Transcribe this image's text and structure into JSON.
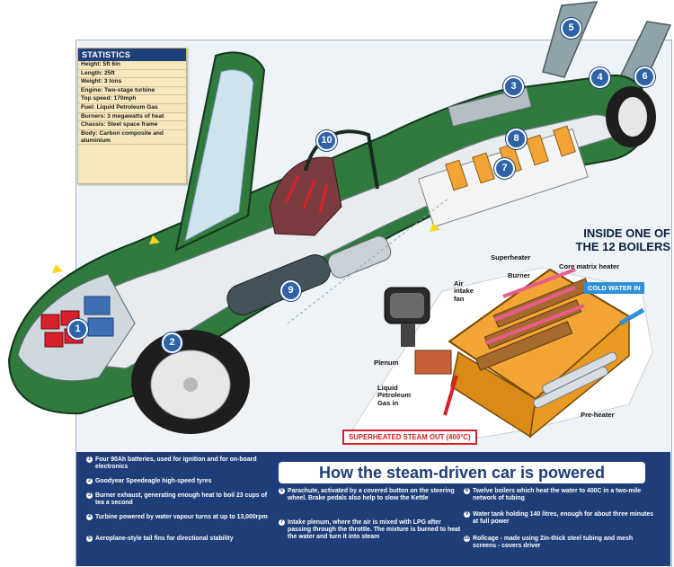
{
  "stats": {
    "title": "STATISTICS",
    "rows": [
      "Height: 5ft 6in",
      "Length: 25ft",
      "Weight: 3 tons",
      "Engine: Two-stage turbine",
      "Top speed: 170mph",
      "Fuel: Liquid Petroleum Gas",
      "Burners: 3 megawatts of heat",
      "Chassis: Steel space frame",
      "Body: Carbon composite and aluminium"
    ]
  },
  "callouts": [
    "1",
    "2",
    "3",
    "4",
    "5",
    "6",
    "7",
    "8",
    "9",
    "10"
  ],
  "boiler": {
    "title_line1": "INSIDE ONE OF",
    "title_line2": "THE 12 BOILERS",
    "superheater": "Superheater",
    "burner": "Burner",
    "core_matrix_heater": "Core matrix heater",
    "cold_water_in": "COLD WATER IN",
    "air_intake_fan": "Air intake fan",
    "plenum": "Plenum",
    "lpg_in": "Liquid Petroleum Gas in",
    "pre_heater": "Pre-heater",
    "steam_out": "SUPERHEATED STEAM OUT (400°C)"
  },
  "panel": {
    "title": "How the steam-driven car is powered",
    "items": [
      {
        "n": "1",
        "text": "Four 90Ah batteries, used for ignition and for on-board electronics"
      },
      {
        "n": "2",
        "text": "Goodyear Speedeagle high-speed tyres"
      },
      {
        "n": "3",
        "text": "Burner exhaust, generating enough heat to boil 23 cups of tea a second"
      },
      {
        "n": "4",
        "text": "Turbine powered by water vapour turns at up to 13,000rpm"
      },
      {
        "n": "5",
        "text": "Aeroplane-style tail fins for directional stability"
      },
      {
        "n": "6",
        "text": "Parachute, activated by a covered button on the steering wheel. Brake pedals also help to slow the Kettle"
      },
      {
        "n": "7",
        "text": "Intake plenum, where the air is mixed with LPG after passing through the throttle. The mixture is burned to heat the water and turn it into steam"
      },
      {
        "n": "8",
        "text": "Twelve boilers which heat the water to 400C in a two-mile network of tubing"
      },
      {
        "n": "9",
        "text": "Water tank holding 140 litres, enough for about three minutes at full power"
      },
      {
        "n": "10",
        "text": "Rollcage - made using 2in-thick steel tubing and mesh screens - covers driver"
      }
    ]
  },
  "colors": {
    "body_green": "#2f7a3c",
    "panel_blue": "#1f3d78",
    "callout_blue": "#2f63a8",
    "boiler_orange": "#f2a434",
    "accent_red": "#d8202a"
  }
}
